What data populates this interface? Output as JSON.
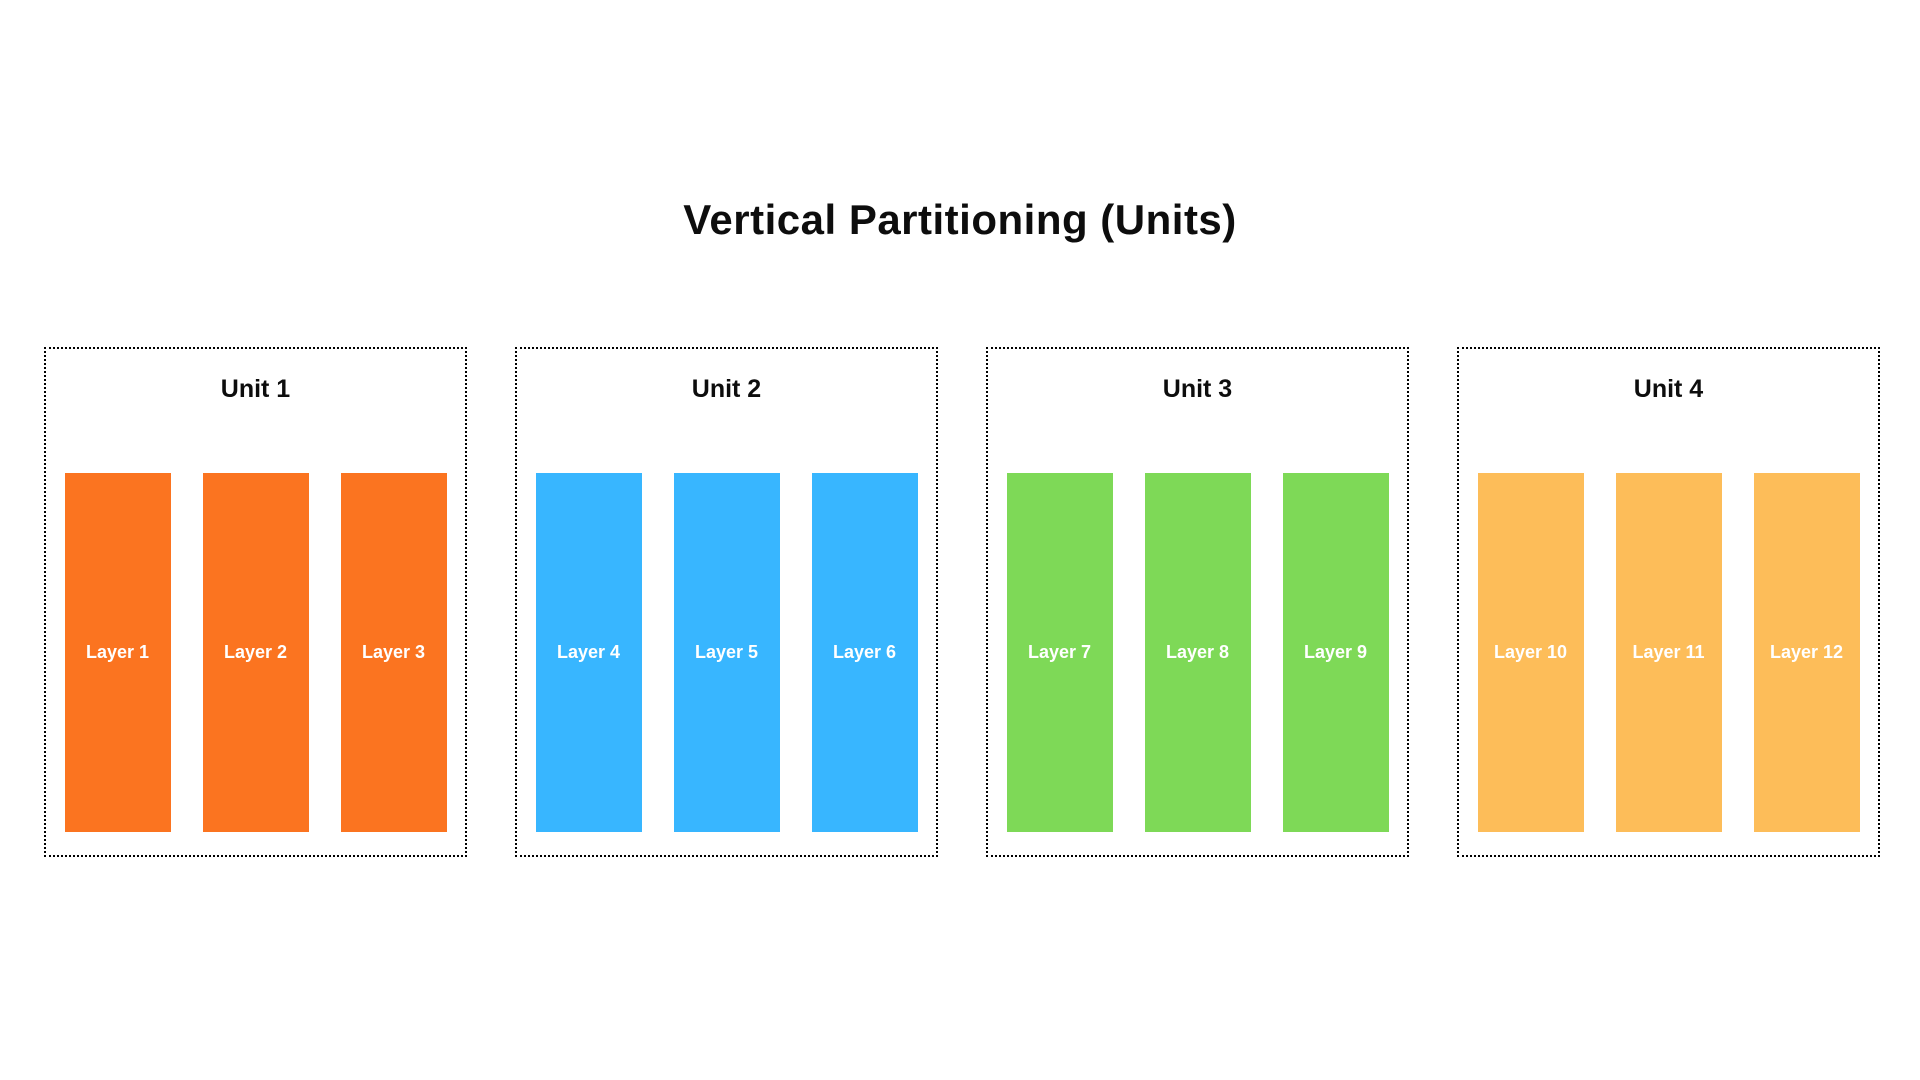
{
  "title": "Vertical Partitioning (Units)",
  "units": [
    {
      "label": "Unit 1",
      "color": "#FB7420",
      "layers": [
        "Layer 1",
        "Layer 2",
        "Layer 3"
      ]
    },
    {
      "label": "Unit 2",
      "color": "#38B6FF",
      "layers": [
        "Layer 4",
        "Layer 5",
        "Layer 6"
      ]
    },
    {
      "label": "Unit 3",
      "color": "#7ED957",
      "layers": [
        "Layer 7",
        "Layer 8",
        "Layer 9"
      ]
    },
    {
      "label": "Unit 4",
      "color": "#FDBD59",
      "layers": [
        "Layer 10",
        "Layer 11",
        "Layer 12"
      ]
    }
  ]
}
